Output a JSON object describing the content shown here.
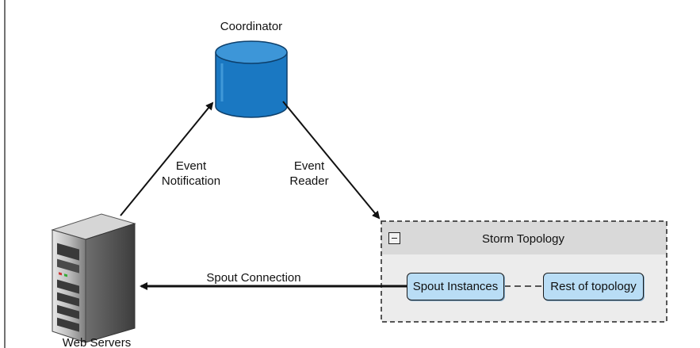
{
  "coordinator": {
    "label": "Coordinator",
    "icon": "database-cylinder-icon",
    "fill_color": "#1a78c2"
  },
  "web_servers": {
    "label": "Web Servers",
    "icon": "server-tower-icon"
  },
  "edges": {
    "event_notification": "Event\nNotification",
    "event_reader": "Event\nReader",
    "spout_connection": "Spout Connection"
  },
  "storm_topology": {
    "title": "Storm Topology",
    "spout_instances": "Spout Instances",
    "rest_of_topology": "Rest of topology",
    "node_fill": "#b9ddf5",
    "header_fill": "#d9d9d9",
    "body_fill": "#ececec"
  }
}
